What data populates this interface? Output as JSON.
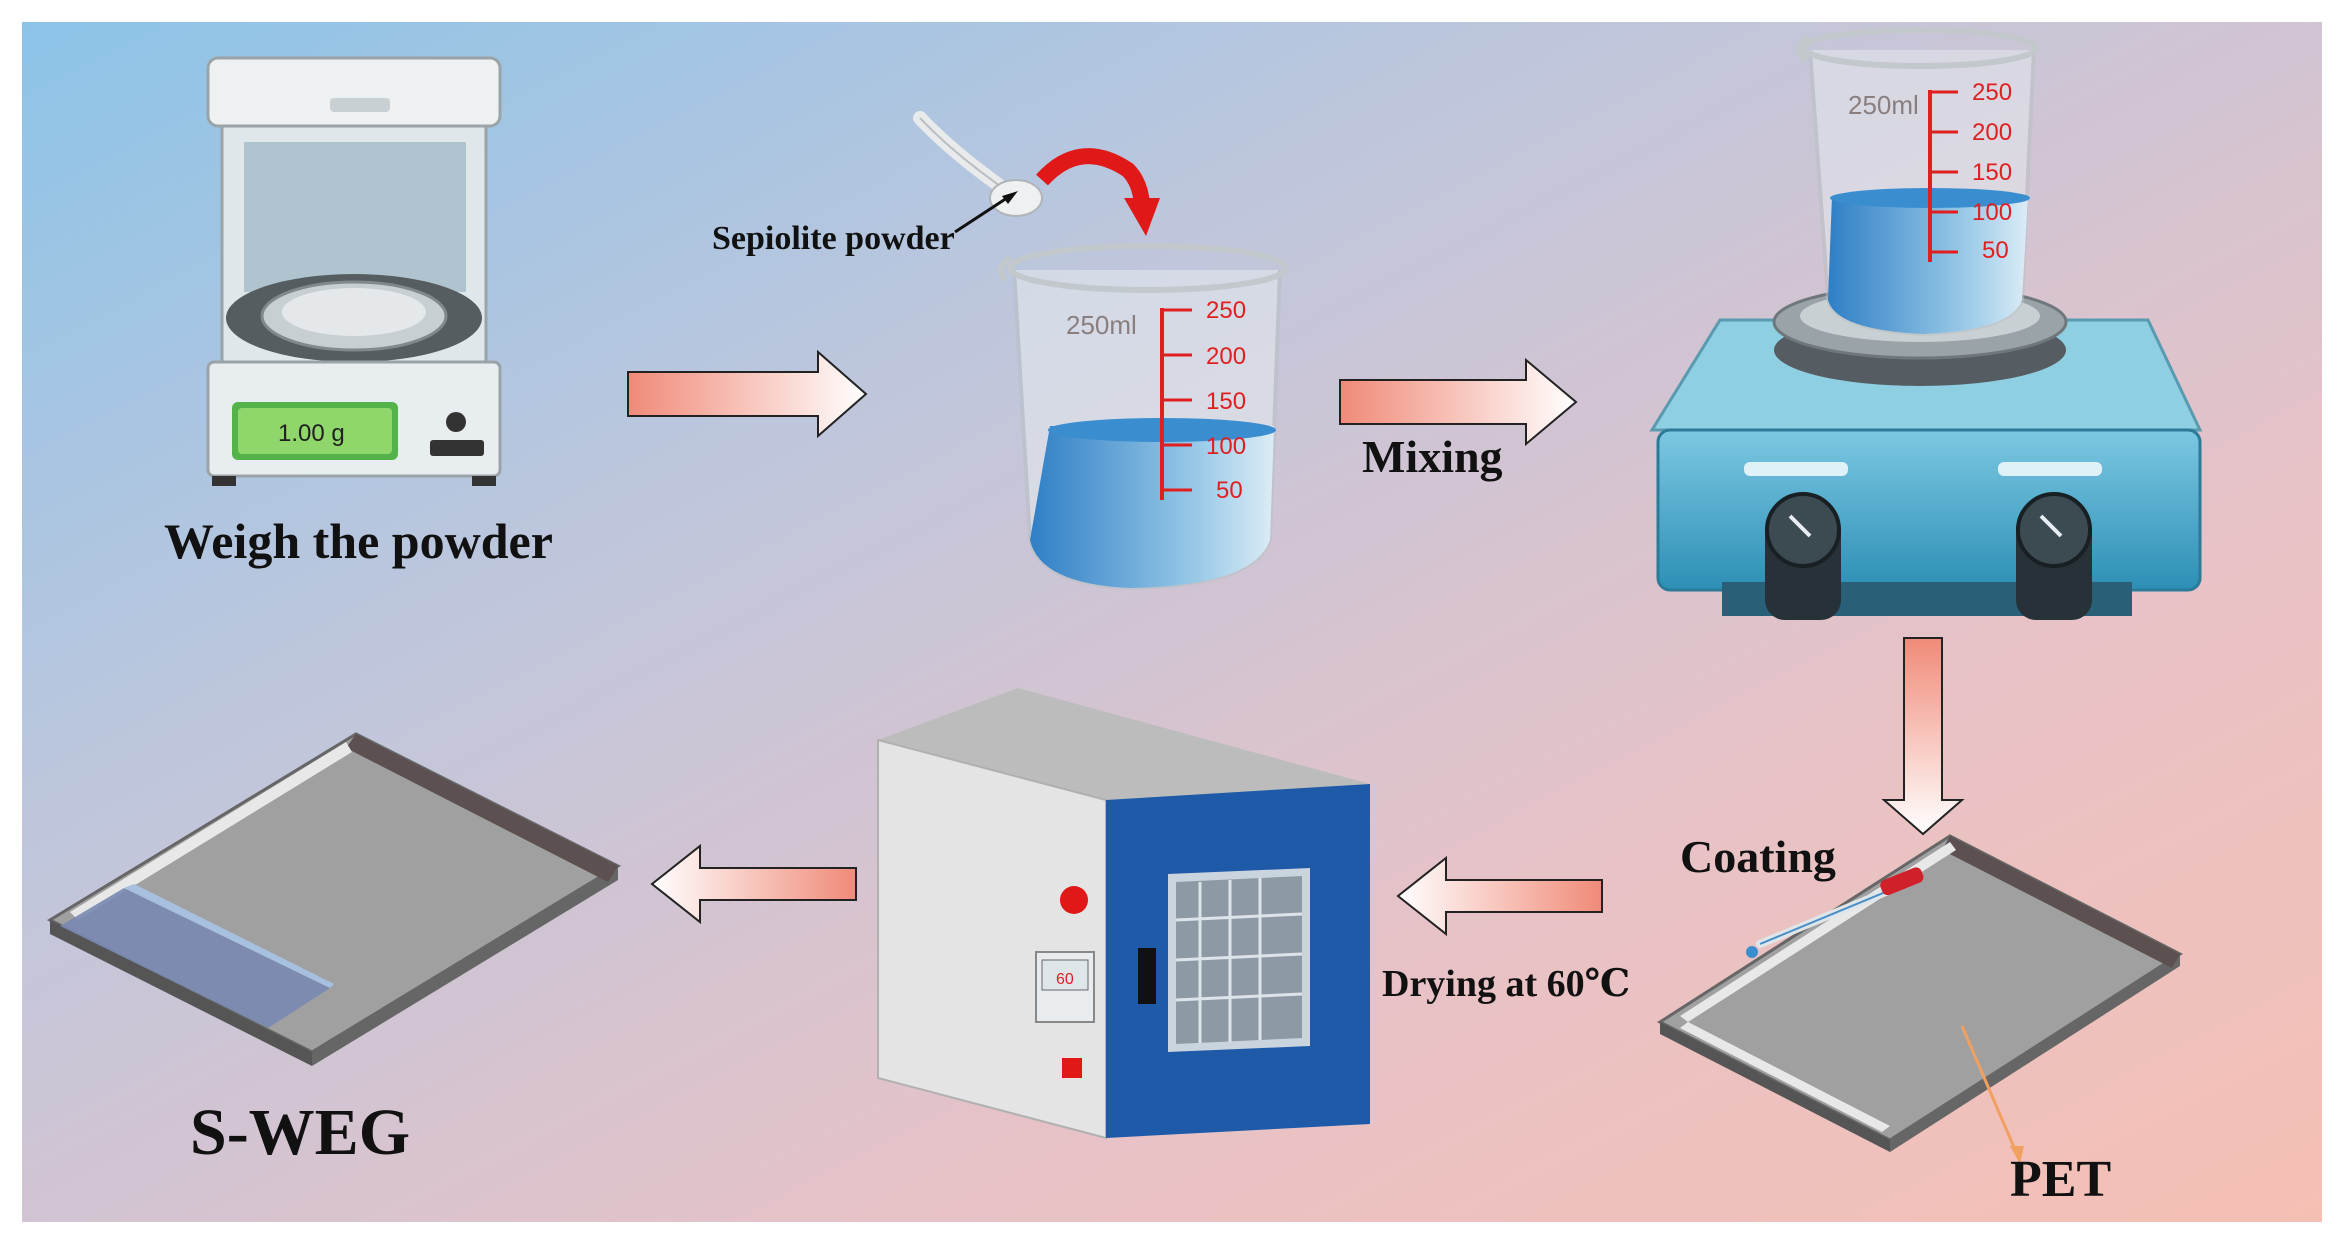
{
  "labels": {
    "weigh": "Weigh the powder",
    "sepiolite": "Sepiolite powder",
    "mixing": "Mixing",
    "coating": "Coating",
    "drying": "Drying at 60℃",
    "sweg": "S-WEG",
    "pet": "PET"
  },
  "balance": {
    "display": "1.00   g"
  },
  "beaker_small": {
    "volume": "250ml",
    "ticks": [
      "250",
      "200",
      "150",
      "100",
      "50"
    ]
  },
  "beaker_large": {
    "volume": "250ml",
    "ticks": [
      "250",
      "200",
      "150",
      "100",
      "50"
    ]
  },
  "oven": {
    "display": "60"
  },
  "colors": {
    "arrow_fill_start": "#f08a78",
    "arrow_fill_end": "#ffffff",
    "water": "#2f80c8",
    "oven_door": "#1f5aa8",
    "hotplate": "#3aa3c8",
    "tick_red": "#e02020"
  }
}
